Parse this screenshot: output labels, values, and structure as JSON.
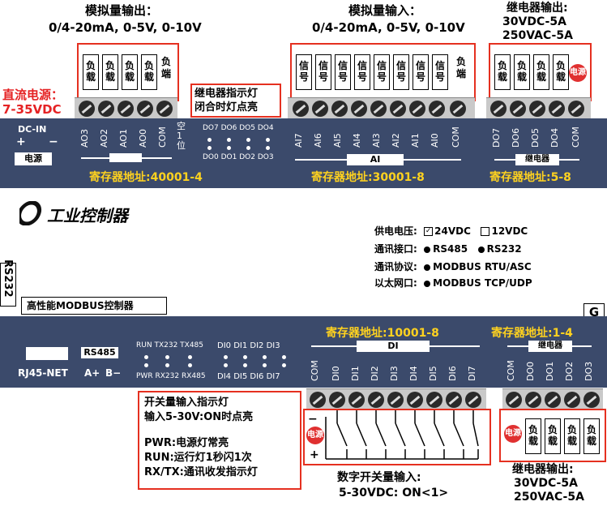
{
  "top": {
    "ao_title": "模拟量输出：",
    "ao_range": "0/4-20mA, 0-5V, 0-10V",
    "ai_title": "模拟量输入：",
    "ai_range": "0/4-20mA, 0-5V, 0-10V",
    "relay_title": "继电器输出:",
    "relay_dc": "30VDC-5A",
    "relay_ac": "250VAC-5A",
    "power_title": "直流电源：",
    "power_range": "7-35VDC",
    "relay_ind_1": "继电器指示灯",
    "relay_ind_2": "闭合时灯点亮"
  },
  "ao_loads": [
    "负载",
    "负载",
    "负载",
    "负载"
  ],
  "ao_end": "负端",
  "ai_loads": [
    "信号",
    "信号",
    "信号",
    "信号",
    "信号",
    "信号",
    "信号",
    "信号"
  ],
  "ai_end": "负端",
  "relay_top_loads": [
    "负载",
    "负载",
    "负载",
    "负载"
  ],
  "power_badge": "电源",
  "upper_panel": {
    "dc_in": "DC-IN",
    "plus": "+",
    "minus": "−",
    "power_label": "电源",
    "ao_labels": [
      "AO3",
      "AO2",
      "AO1",
      "AO0",
      "COM"
    ],
    "empty_pos": "空1位",
    "do_top": [
      "DO7",
      "DO6",
      "DO5",
      "DO4"
    ],
    "do_bottom": [
      "DO0",
      "DO1",
      "DO2",
      "DO3"
    ],
    "ai_labels": [
      "AI7",
      "AI6",
      "AI5",
      "AI4",
      "AI3",
      "AI2",
      "AI1",
      "AI0",
      "COM"
    ],
    "ai_box": "AI",
    "relay_labels": [
      "DO7",
      "DO6",
      "DO5",
      "DO4",
      "COM"
    ],
    "relay_box": "继电器",
    "reg_ao": "寄存器地址:40001-4",
    "reg_ai": "寄存器地址:30001-8",
    "reg_relay": "寄存器地址:5-8"
  },
  "middle": {
    "brand": "工业控制器",
    "supply_label": "供电电压:",
    "supply_opt1": "24VDC",
    "supply_opt2": "12VDC",
    "comm_if_label": "通讯接口:",
    "comm_if_opt1": "RS485",
    "comm_if_opt2": "RS232",
    "protocol_label": "通讯协议:",
    "protocol_value": "MODBUS RTU/ASC",
    "eth_label": "以太网口:",
    "eth_value": "MODBUS TCP/UDP",
    "rs232": "RS232",
    "model": "高性能MODBUS控制器",
    "g": "G"
  },
  "lower_panel": {
    "rs485": "RS485",
    "rj45": "RJ45-NET",
    "a_plus": "A+",
    "b_minus": "B−",
    "leds_top": [
      "RUN",
      "TX232",
      "TX485"
    ],
    "leds_bottom": [
      "PWR",
      "RX232",
      "RX485"
    ],
    "di_led_top": [
      "DI0",
      "DI1",
      "DI2",
      "DI3"
    ],
    "di_led_bottom": [
      "DI4",
      "DI5",
      "DI6",
      "DI7"
    ],
    "reg_di": "寄存器地址:10001-8",
    "reg_relay": "寄存器地址:1-4",
    "di_box": "DI",
    "relay_box": "继电器",
    "di_labels": [
      "COM",
      "DI0",
      "DI1",
      "DI2",
      "DI3",
      "DI4",
      "DI5",
      "DI6",
      "DI7"
    ],
    "relay_labels": [
      "COM",
      "DO0",
      "DO1",
      "DO2",
      "DO3"
    ]
  },
  "bottom": {
    "di_ind_1": "开关量输入指示灯",
    "di_ind_2": "输入5-30V:ON时点亮",
    "pwr_note": "PWR:电源灯常亮",
    "run_note": "RUN:运行灯1秒闪1次",
    "rxtx_note": "RX/TX:通讯收发指示灯",
    "di_input_1": "数字开关量输入:",
    "di_input_2": "5-30VDC: ON<1>",
    "relay_title": "继电器输出:",
    "relay_dc": "30VDC-5A",
    "relay_ac": "250VAC-5A",
    "minus": "−",
    "plus": "+",
    "power_badge": "电源"
  },
  "relay_bottom_loads": [
    "负载",
    "负载",
    "负载",
    "负载"
  ]
}
